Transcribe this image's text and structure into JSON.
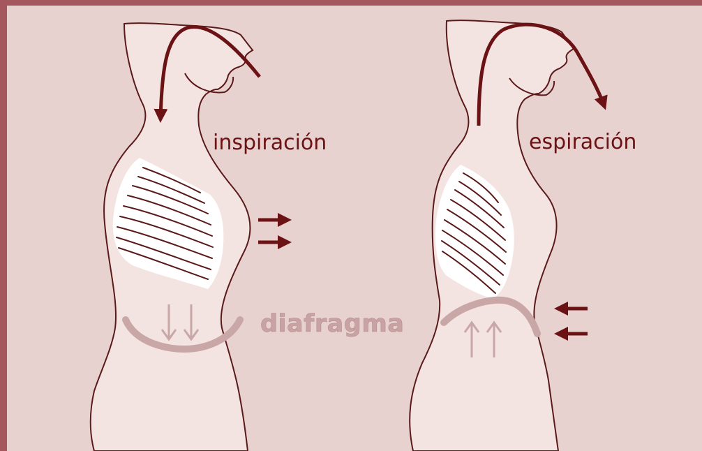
{
  "labels": {
    "inspiration": "inspiración",
    "expiration": "espiración",
    "diaphragm": "diafragma"
  },
  "colors": {
    "frame": "#a4575d",
    "background": "#e8d2d0",
    "body_fill": "#f3e3e1",
    "outline": "#5a1a1a",
    "arrow": "#6b1214",
    "diaphragm": "#c9a7a7",
    "label_text": "#6b1214",
    "diaphragm_text": "#c9a3a4"
  }
}
